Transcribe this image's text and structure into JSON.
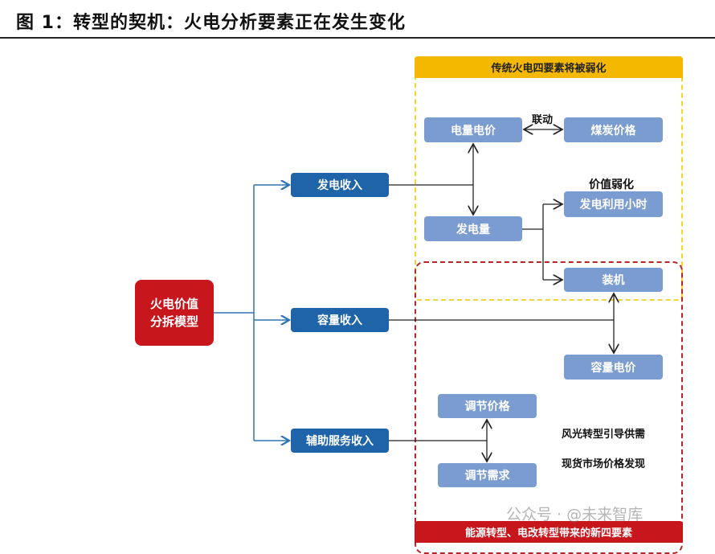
{
  "title": "图 1：转型的契机：火电分析要素正在发生变化",
  "root": {
    "line1": "火电价值",
    "line2": "分拆模型"
  },
  "revenue": {
    "power": "发电收入",
    "capacity": "容量收入",
    "ancillary": "辅助服务收入"
  },
  "yellow_header": "传统火电四要素将被弱化",
  "red_footer": "能源转型、电改转型带来的新四要素",
  "nodes": {
    "price": "电量电价",
    "coal": "煤炭价格",
    "generation": "发电量",
    "hours": "发电利用小时",
    "installed": "装机",
    "cap_price": "容量电价",
    "reg_price": "调节价格",
    "reg_demand": "调节需求"
  },
  "labels": {
    "link": "联动",
    "weaken": "价值弱化",
    "wind_solar": "风光转型引导供需",
    "spot": "现货市场价格发现"
  },
  "watermark": "公众号 · @未来智库"
}
